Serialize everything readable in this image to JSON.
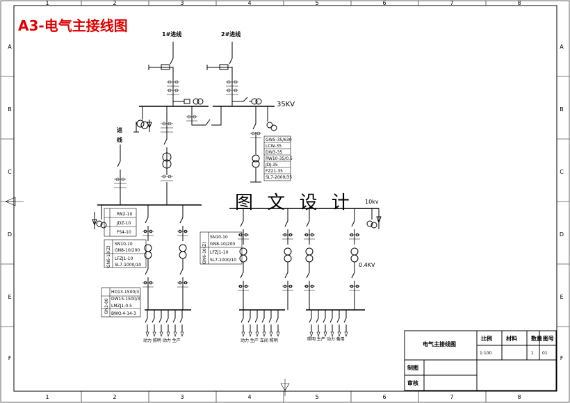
{
  "title": "A3-电气主接线图",
  "watermark": "图 文 设 计",
  "frame": {
    "col_labels": [
      "1",
      "2",
      "3",
      "4",
      "5",
      "6",
      "7",
      "8"
    ],
    "row_labels": [
      "A",
      "B",
      "C",
      "D",
      "E",
      "F"
    ]
  },
  "labels": {
    "incoming_1": "1#进线",
    "incoming_2": "2#进线",
    "voltage_35kv": "35KV",
    "voltage_10kv": "10kv",
    "voltage_04kv": "0.4KV",
    "incoming_vertical": "进线"
  },
  "equipment_list_35kv": [
    "GW5-35/630",
    "LCW-35",
    "DW3-35",
    "RW10-35/0.5",
    "JDJ-35",
    "FZ21-35",
    "SL7-2000/35"
  ],
  "equipment_box_left": [
    "RN2-10",
    "JDZ-10",
    "FS4-10"
  ],
  "equipment_box_mid_left": [
    "SN10-10",
    "GN8-10/200",
    "LFZJ1-10",
    "SL7-1000/10"
  ],
  "equipment_box_mid_left_side": "GN6-10(Z)",
  "equipment_box_mid_right": [
    "SN10-10",
    "GN8-10/200",
    "LFZJ1-10",
    "SL7-1000/10"
  ],
  "equipment_box_mid_right_side": "GN6-10(Z)",
  "equipment_box_low_left": [
    "HD13-1500/3",
    "DW15-1500/3",
    "LMZJ1-0.5",
    "BWO.4-14-3"
  ],
  "equipment_box_low_left_side": "GN2-00",
  "feeder_labels_left": "动力 照明 动力 生产",
  "feeder_labels_mid": "动力 生产 车间 照明",
  "feeder_labels_right": "照明 生产 动力 备用",
  "title_block": {
    "drawing_name": "电气主接线图",
    "headers": [
      "比例",
      "材料",
      "数量",
      "图号"
    ],
    "values": [
      "1:100",
      "",
      "1",
      "01"
    ],
    "drawn_by": "制图",
    "checked_by": "审核"
  }
}
